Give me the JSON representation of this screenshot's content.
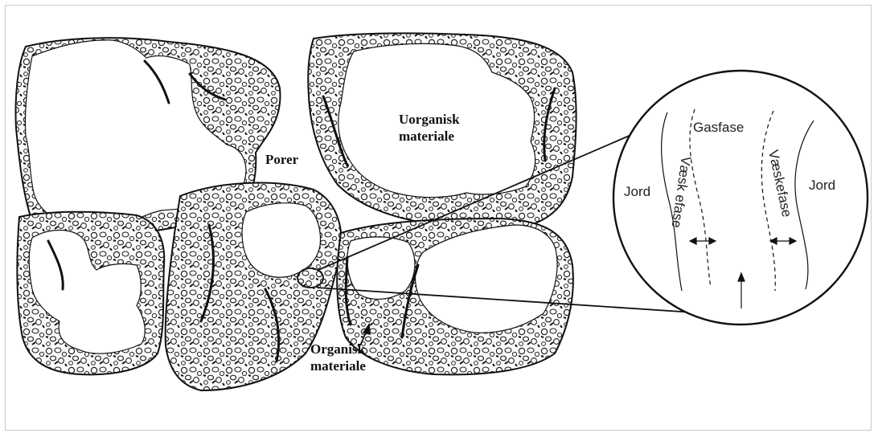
{
  "labels": {
    "porer": "Porer",
    "uorganisk_line1": "Uorganisk",
    "uorganisk_line2": "materiale",
    "organisk_line1": "Organisk",
    "organisk_line2": "materiale",
    "gasfase": "Gasfase",
    "jord_left": "Jord",
    "jord_right": "Jord",
    "vaeskefase_left": "Væsk efase",
    "vaeskefase_right": "Væskefase"
  }
}
